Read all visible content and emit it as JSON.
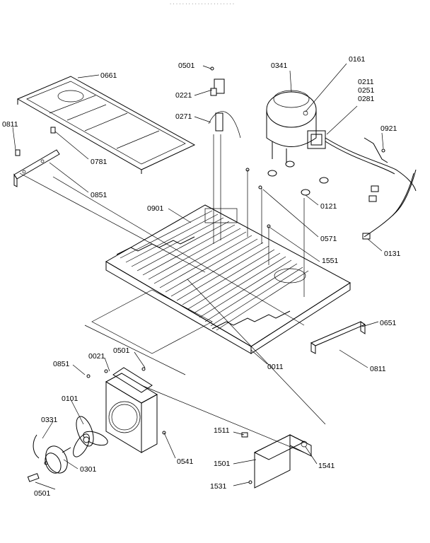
{
  "header": {
    "text": ". . . . . . . . . . . . . . . . . . . . ."
  },
  "labels": {
    "l0661": "0661",
    "l0811a": "0811",
    "l0781": "0781",
    "l0851a": "0851",
    "l0501a": "0501",
    "l0221": "0221",
    "l0271": "0271",
    "l0341": "0341",
    "l0161": "0161",
    "l0211": "0211",
    "l0251": "0251",
    "l0281": "0281",
    "l0921": "0921",
    "l0121": "0121",
    "l0901": "0901",
    "l0571": "0571",
    "l1551": "1551",
    "l0131": "0131",
    "l0651": "0651",
    "l0811b": "0811",
    "l0011": "0011",
    "l0021": "0021",
    "l0501b": "0501",
    "l0851b": "0851",
    "l0101": "0101",
    "l0331": "0331",
    "l0301": "0301",
    "l0541": "0541",
    "l0501c": "0501",
    "l1511": "1511",
    "l1501": "1501",
    "l1541": "1541",
    "l1531": "1531"
  }
}
